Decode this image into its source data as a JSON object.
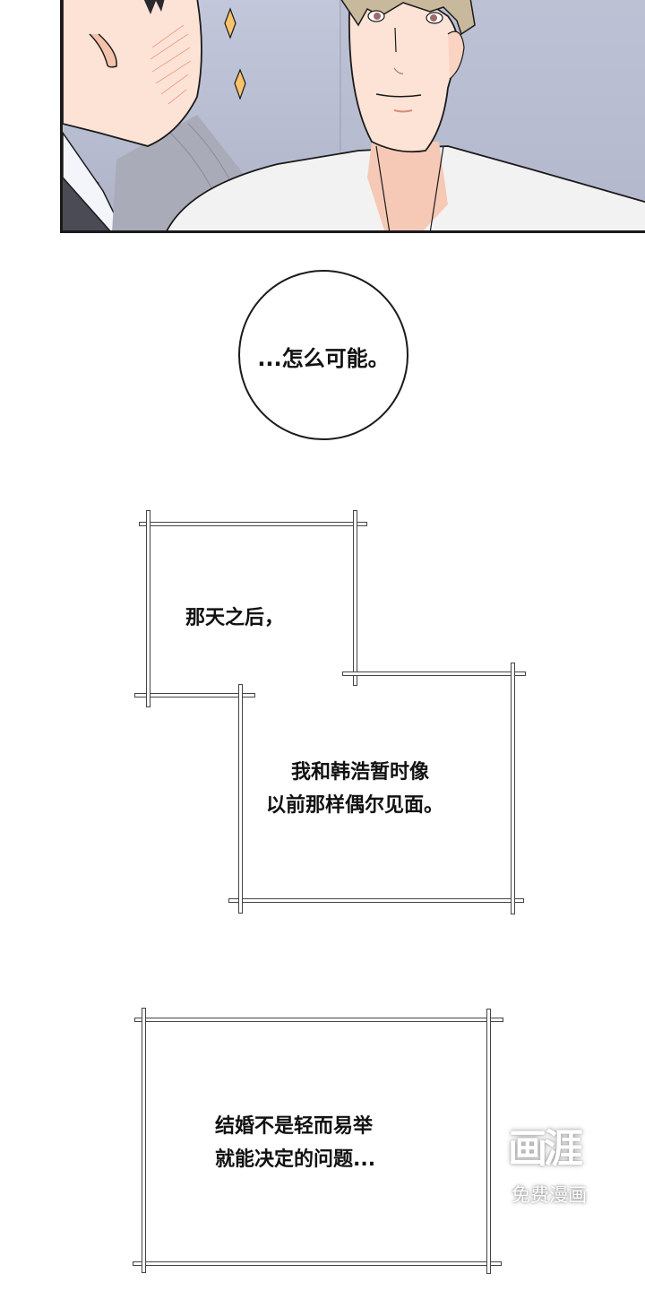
{
  "comic": {
    "top_panel": {
      "description": "Two men in close-up: dark-haired man blushing on left, light-brown-haired smiling man in white shirt on right, gold sparkles between them",
      "colors": {
        "background": "#bcc1d4",
        "skin": "#fde3d6",
        "blush": "#f2a58a",
        "sparkle": "#f8c46a",
        "hair_light": "#c8b89c",
        "hair_dark": "#2a2a2e",
        "shirt_white": "#f2f2f2",
        "suit_dark": "#4a4b55",
        "outline": "#1a1a1a"
      }
    },
    "speech_bubble": {
      "text": "...怎么可能。"
    },
    "narration_1": {
      "text": "那天之后，"
    },
    "narration_2": {
      "line1": "我和韩浩暂时像",
      "line2": "以前那样偶尔见面。"
    },
    "narration_3": {
      "line1": "结婚不是轻而易举",
      "line2": "就能决定的问题..."
    },
    "watermark": {
      "logo": "画涯",
      "subtitle": "免费漫画"
    }
  }
}
